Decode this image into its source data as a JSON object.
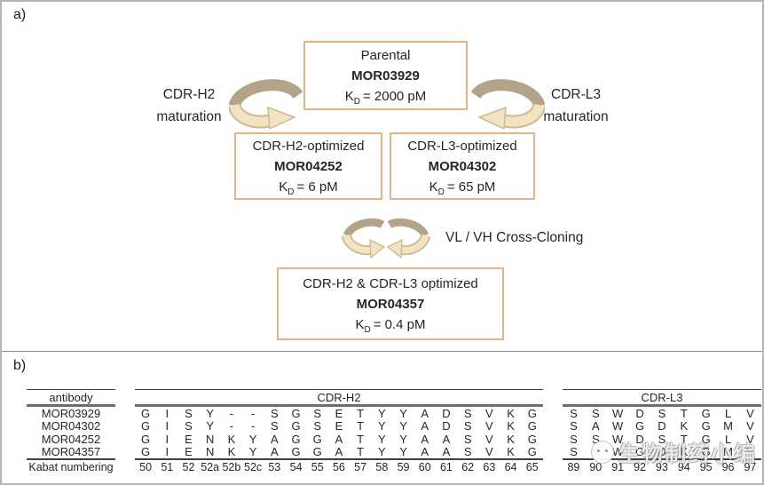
{
  "panel_a_label": "a)",
  "panel_b_label": "b)",
  "flowchart": {
    "parental": {
      "title": "Parental",
      "antibody": "MOR03929",
      "kd_base": "K",
      "kd_sub": "D",
      "kd_rest": "= 2000 pM"
    },
    "h2_optimized": {
      "title": "CDR-H2-optimized",
      "antibody": "MOR04252",
      "kd_base": "K",
      "kd_sub": "D",
      "kd_rest": "= 6 pM"
    },
    "l3_optimized": {
      "title": "CDR-L3-optimized",
      "antibody": "MOR04302",
      "kd_base": "K",
      "kd_sub": "D",
      "kd_rest": "= 65 pM"
    },
    "combined": {
      "title": "CDR-H2 & CDR-L3 optimized",
      "antibody": "MOR04357",
      "kd_base": "K",
      "kd_sub": "D",
      "kd_rest": "= 0.4 pM"
    },
    "left_process": {
      "line1": "CDR-H2",
      "line2": "maturation"
    },
    "right_process": {
      "line1": "CDR-L3",
      "line2": "maturation"
    },
    "cross_cloning_label": "VL / VH Cross-Cloning"
  },
  "alignment": {
    "header": {
      "antibody": "antibody",
      "cdrh2": "CDR-H2",
      "cdrl3": "CDR-L3"
    },
    "rows": [
      {
        "name": "MOR03929",
        "h2": [
          "G",
          "I",
          "S",
          "Y",
          "-",
          "-",
          "S",
          "G",
          "S",
          "E",
          "T",
          "Y",
          "Y",
          "A",
          "D",
          "S",
          "V",
          "K",
          "G"
        ],
        "l3": [
          "S",
          "S",
          "W",
          "D",
          "S",
          "T",
          "G",
          "L",
          "V"
        ]
      },
      {
        "name": "MOR04302",
        "h2": [
          "G",
          "I",
          "S",
          "Y",
          "-",
          "-",
          "S",
          "G",
          "S",
          "E",
          "T",
          "Y",
          "Y",
          "A",
          "D",
          "S",
          "V",
          "K",
          "G"
        ],
        "l3": [
          "S",
          "A",
          "W",
          "G",
          "D",
          "K",
          "G",
          "M",
          "V"
        ]
      },
      {
        "name": "MOR04252",
        "h2": [
          "G",
          "I",
          "E",
          "N",
          "K",
          "Y",
          "A",
          "G",
          "G",
          "A",
          "T",
          "Y",
          "Y",
          "A",
          "A",
          "S",
          "V",
          "K",
          "G"
        ],
        "l3": [
          "S",
          "S",
          "W",
          "D",
          "S",
          "T",
          "G",
          "L",
          "V"
        ]
      },
      {
        "name": "MOR04357",
        "h2": [
          "G",
          "I",
          "E",
          "N",
          "K",
          "Y",
          "A",
          "G",
          "G",
          "A",
          "T",
          "Y",
          "Y",
          "A",
          "A",
          "S",
          "V",
          "K",
          "G"
        ],
        "l3": [
          "S",
          "A",
          "W",
          "G",
          "D",
          "K",
          "G",
          "M",
          "V"
        ]
      }
    ],
    "kabat": {
      "label": "Kabat numbering",
      "h2": [
        "50",
        "51",
        "52",
        "52a",
        "52b",
        "52c",
        "53",
        "54",
        "55",
        "56",
        "57",
        "58",
        "59",
        "60",
        "61",
        "62",
        "63",
        "64",
        "65"
      ],
      "l3": [
        "89",
        "90",
        "91",
        "92",
        "93",
        "94",
        "95",
        "96",
        "97"
      ]
    }
  },
  "watermark": {
    "text": "生物制药小编"
  },
  "colors": {
    "box_border": "#e4b48c",
    "arrow_dark": "#b3a38a",
    "arrow_light": "#f2e3c3",
    "arrow_outline": "#cfb88f",
    "table_line": "#3f3f3f",
    "frame_border": "#b5b5b5"
  }
}
